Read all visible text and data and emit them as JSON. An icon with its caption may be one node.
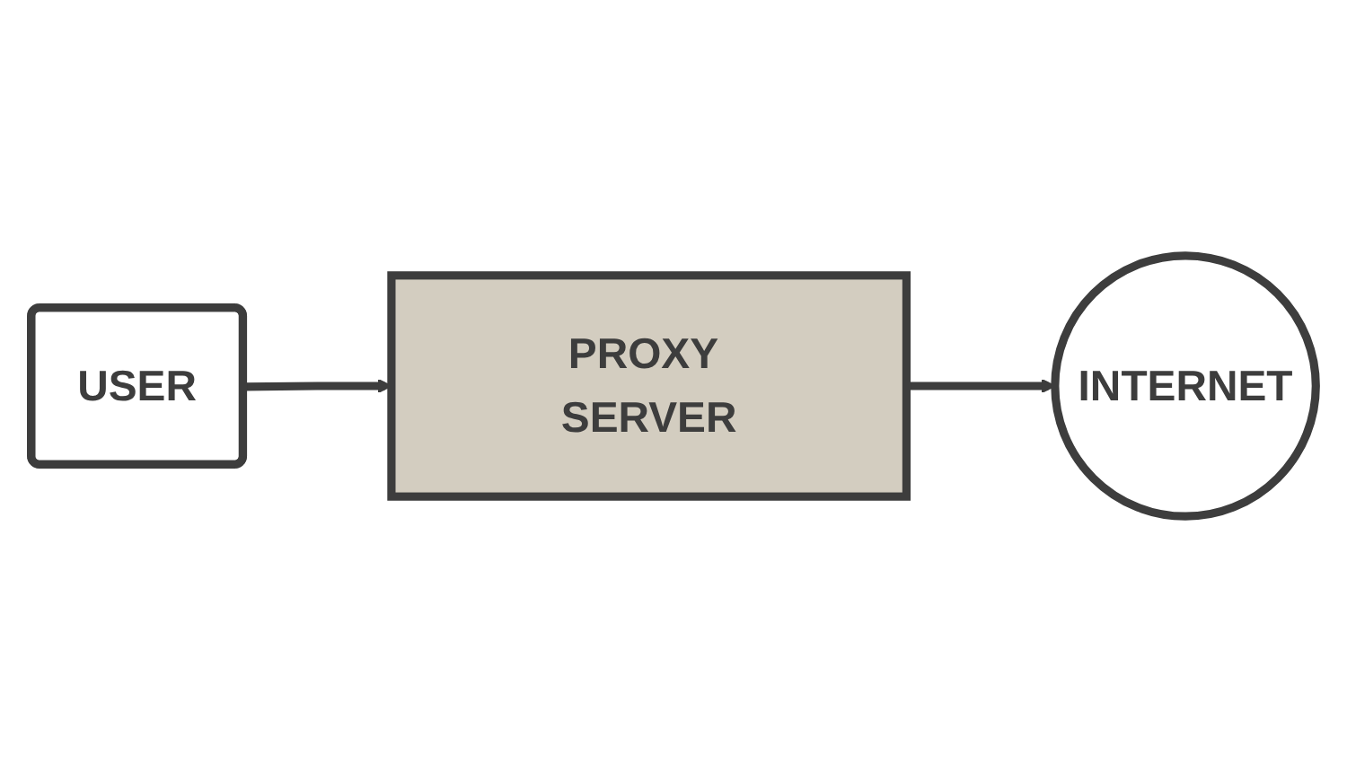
{
  "diagram": {
    "nodes": [
      {
        "text": [
          "USER"
        ]
      },
      {
        "text": [
          "PROXY SERVER"
        ]
      },
      {
        "text": [
          "INTERNET"
        ]
      }
    ],
    "edges": [
      {
        "from": 0,
        "to": 1,
        "arrow": "to"
      },
      {
        "from": 1,
        "to": 2,
        "arrow": "to"
      }
    ]
  }
}
